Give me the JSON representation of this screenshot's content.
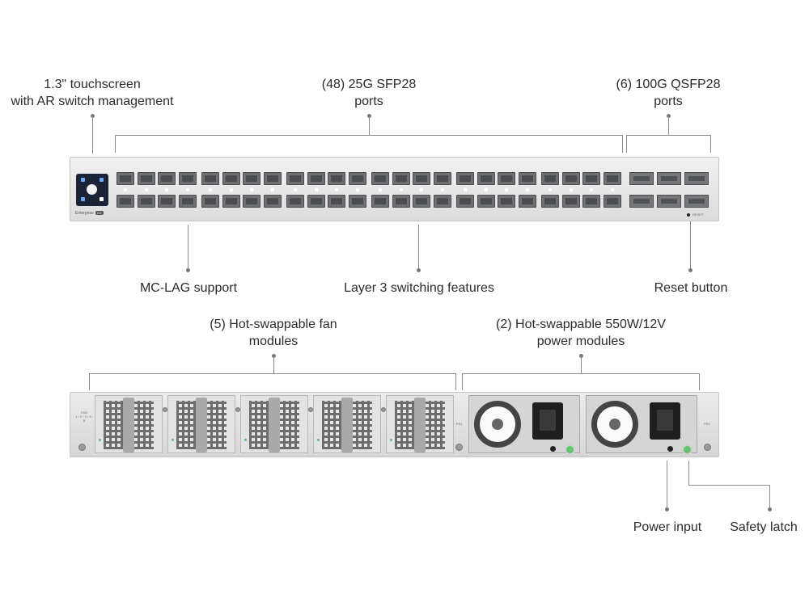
{
  "front_callouts": {
    "touchscreen": "1.3\" touchscreen\nwith AR switch management",
    "sfp28": "(48) 25G SFP28\nports",
    "qsfp28": "(6) 100G QSFP28\nports",
    "mclag": "MC-LAG support",
    "layer3": "Layer 3 switching features",
    "reset": "Reset button"
  },
  "rear_callouts": {
    "fans": "(5) Hot-swappable fan\nmodules",
    "psu": "(2) Hot-swappable 550W/12V\npower modules",
    "power_input": "Power input",
    "safety_latch": "Safety latch"
  },
  "device": {
    "brand_text": "Enterprise",
    "brand_badge": "XG",
    "reset_text": "RESET",
    "fan_text": "FAN\n1 / 2 / 3 / 4 / 5",
    "psu1_text": "PS1",
    "psu2_text": "PS2"
  },
  "colors": {
    "led_green": "#59c16b",
    "port_gray": "#6d6f72",
    "screen_navy": "#1b2436"
  }
}
